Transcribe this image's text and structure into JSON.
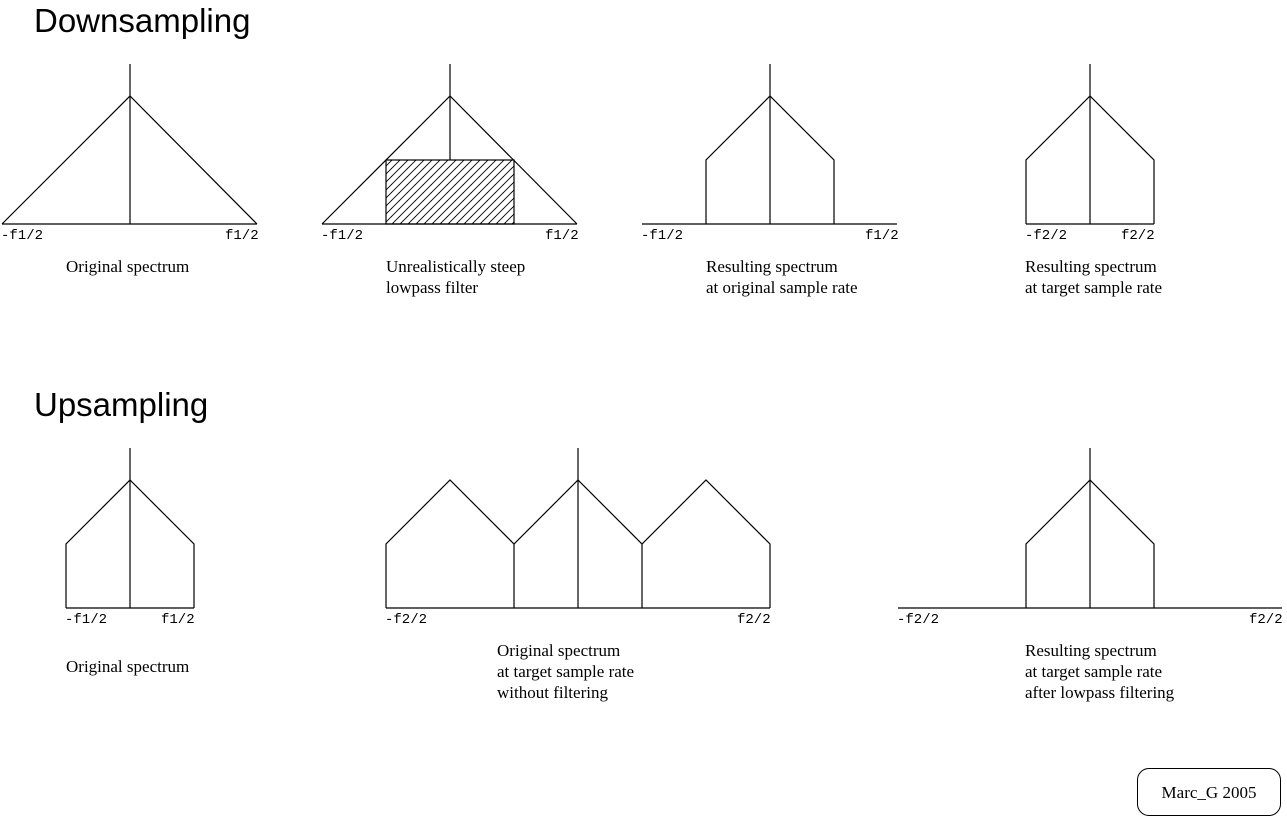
{
  "downsampling": {
    "heading": "Downsampling",
    "panels": [
      {
        "ticks": [
          "-f1/2",
          "f1/2"
        ],
        "caption": [
          "Original spectrum"
        ]
      },
      {
        "ticks": [
          "-f1/2",
          "f1/2"
        ],
        "caption": [
          "Unrealistically steep",
          "lowpass filter"
        ]
      },
      {
        "ticks": [
          "-f1/2",
          "f1/2"
        ],
        "caption": [
          "Resulting spectrum",
          "at original sample rate"
        ]
      },
      {
        "ticks": [
          "-f2/2",
          "f2/2"
        ],
        "caption": [
          "Resulting spectrum",
          "at target sample rate"
        ]
      }
    ]
  },
  "upsampling": {
    "heading": "Upsampling",
    "panels": [
      {
        "ticks": [
          "-f1/2",
          "f1/2"
        ],
        "caption": [
          "Original spectrum"
        ]
      },
      {
        "ticks": [
          "-f2/2",
          "f2/2"
        ],
        "caption": [
          "Original spectrum",
          "at target sample rate",
          "without filtering"
        ]
      },
      {
        "ticks": [
          "-f2/2",
          "f2/2"
        ],
        "caption": [
          "Resulting spectrum",
          "at target sample rate",
          "after lowpass filtering"
        ]
      }
    ]
  },
  "credit": "Marc_G 2005"
}
